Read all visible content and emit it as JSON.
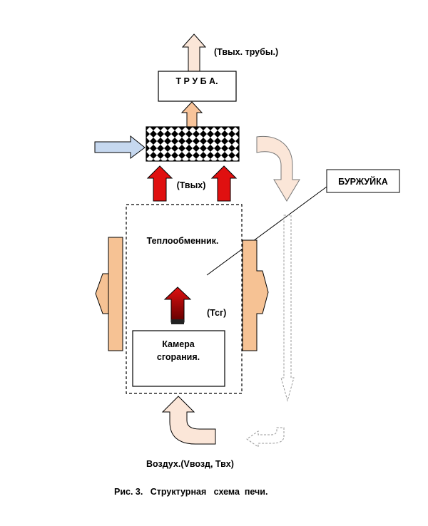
{
  "labels": {
    "t_out_pipe": "(Твых. трубы.)",
    "pipe": "Т Р У Б А.",
    "t_out": "(Твых)",
    "stove_name": "БУРЖУЙКА",
    "heat_exchanger": "Теплообменник.",
    "t_combustion": "(Тсг)",
    "chamber_line1": "Камера",
    "chamber_line2": "сгорания.",
    "air_in": "Воздух.(Vвозд, Твх)",
    "caption": "Рис. 3.   Структурная   схема  печи."
  },
  "colors": {
    "hot_arrow": "#e01010",
    "warm_arrow": "#f8c49a",
    "warm_arrow_light": "#fbe6d8",
    "side_panel": "#f6c294",
    "cold_arrow": "#c6d8ef",
    "outline": "#000000"
  }
}
